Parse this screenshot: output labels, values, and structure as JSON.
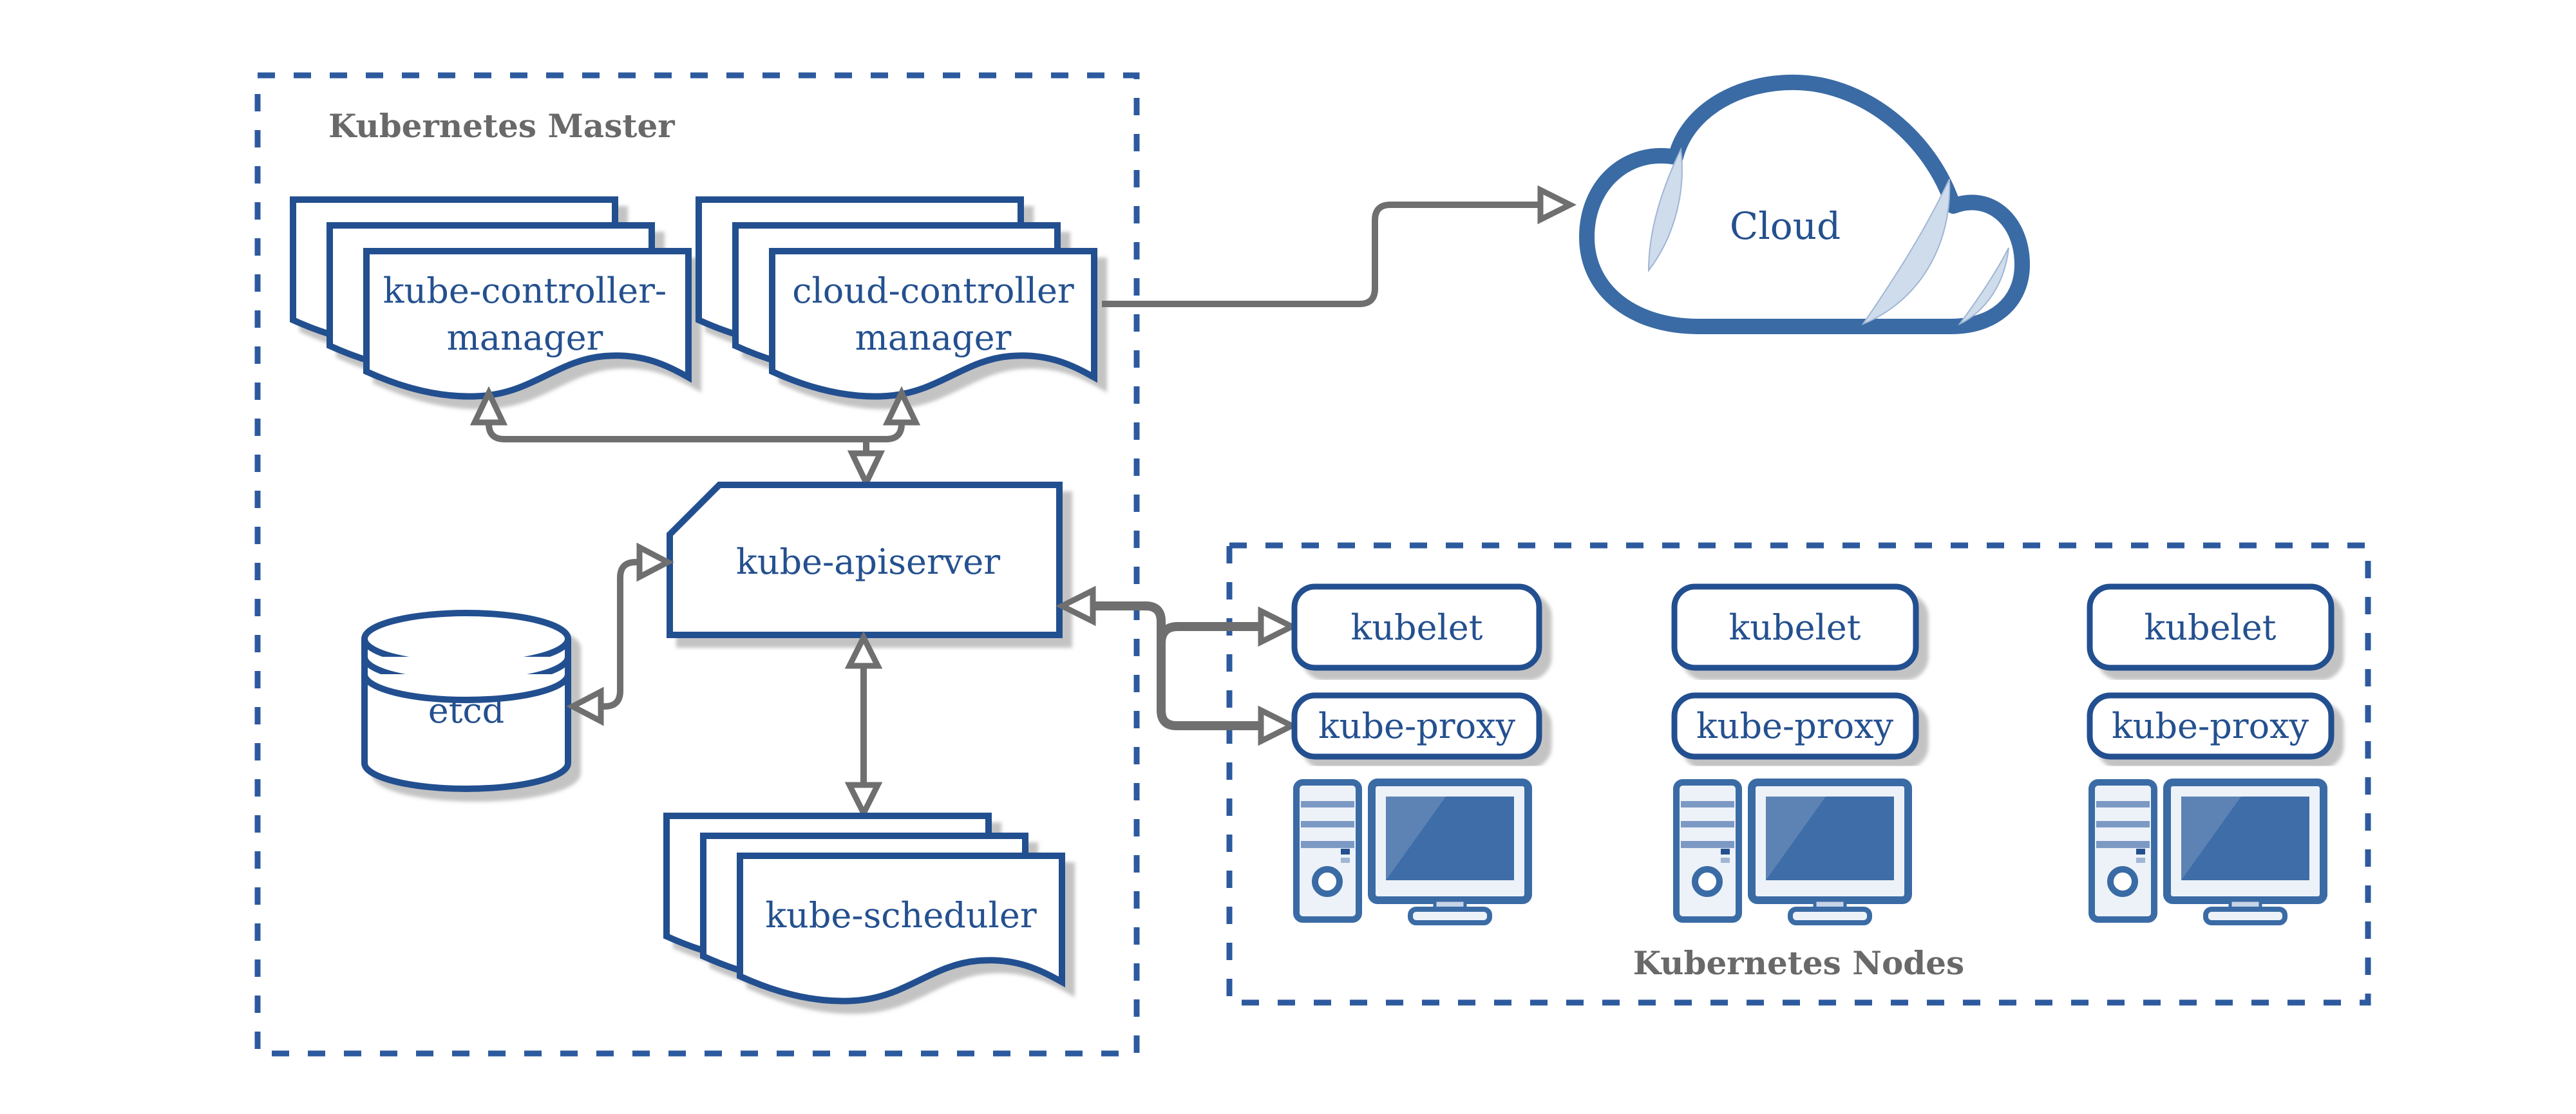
{
  "colors": {
    "navy": "#24508F",
    "dash": "#2D5A9E",
    "midblue": "#3A6BA5",
    "screen": "#3E6DA8",
    "screenhi": "#5D83B5",
    "crescent": "#CFDCEC",
    "pcfill": "#EDF2F8",
    "pcstripe": "#7C99C4",
    "graytext": "#696969",
    "arrow": "#6F6F6F",
    "shadow": "#BDBDBD"
  },
  "master": {
    "label": "Kubernetes Master",
    "kube_controller_manager": {
      "line1": "kube-controller-",
      "line2": "manager"
    },
    "cloud_controller_manager": {
      "line1": "cloud-controller",
      "line2": "manager"
    },
    "kube_apiserver": "kube-apiserver",
    "etcd": "etcd",
    "kube_scheduler": "kube-scheduler"
  },
  "cloud": {
    "label": "Cloud"
  },
  "nodes": {
    "label": "Kubernetes Nodes",
    "items": [
      {
        "kubelet": "kubelet",
        "kube_proxy": "kube-proxy"
      },
      {
        "kubelet": "kubelet",
        "kube_proxy": "kube-proxy"
      },
      {
        "kubelet": "kubelet",
        "kube_proxy": "kube-proxy"
      }
    ]
  }
}
